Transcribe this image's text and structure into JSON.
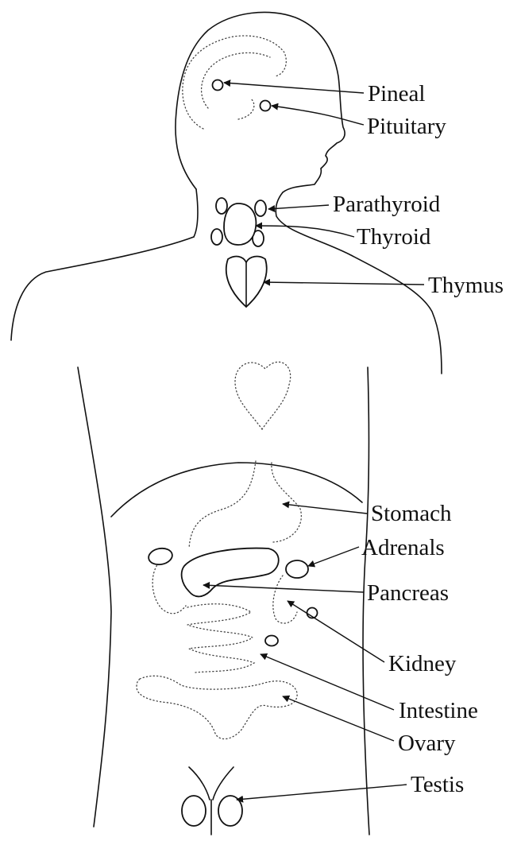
{
  "labels": {
    "pineal": "Pineal",
    "pituitary": "Pituitary",
    "parathyroid": "Parathyroid",
    "thyroid": "Thyroid",
    "thymus": "Thymus",
    "stomach": "Stomach",
    "adrenals": "Adrenals",
    "pancreas": "Pancreas",
    "kidney": "Kidney",
    "intestine": "Intestine",
    "ovary": "Ovary",
    "testis": "Testis"
  }
}
